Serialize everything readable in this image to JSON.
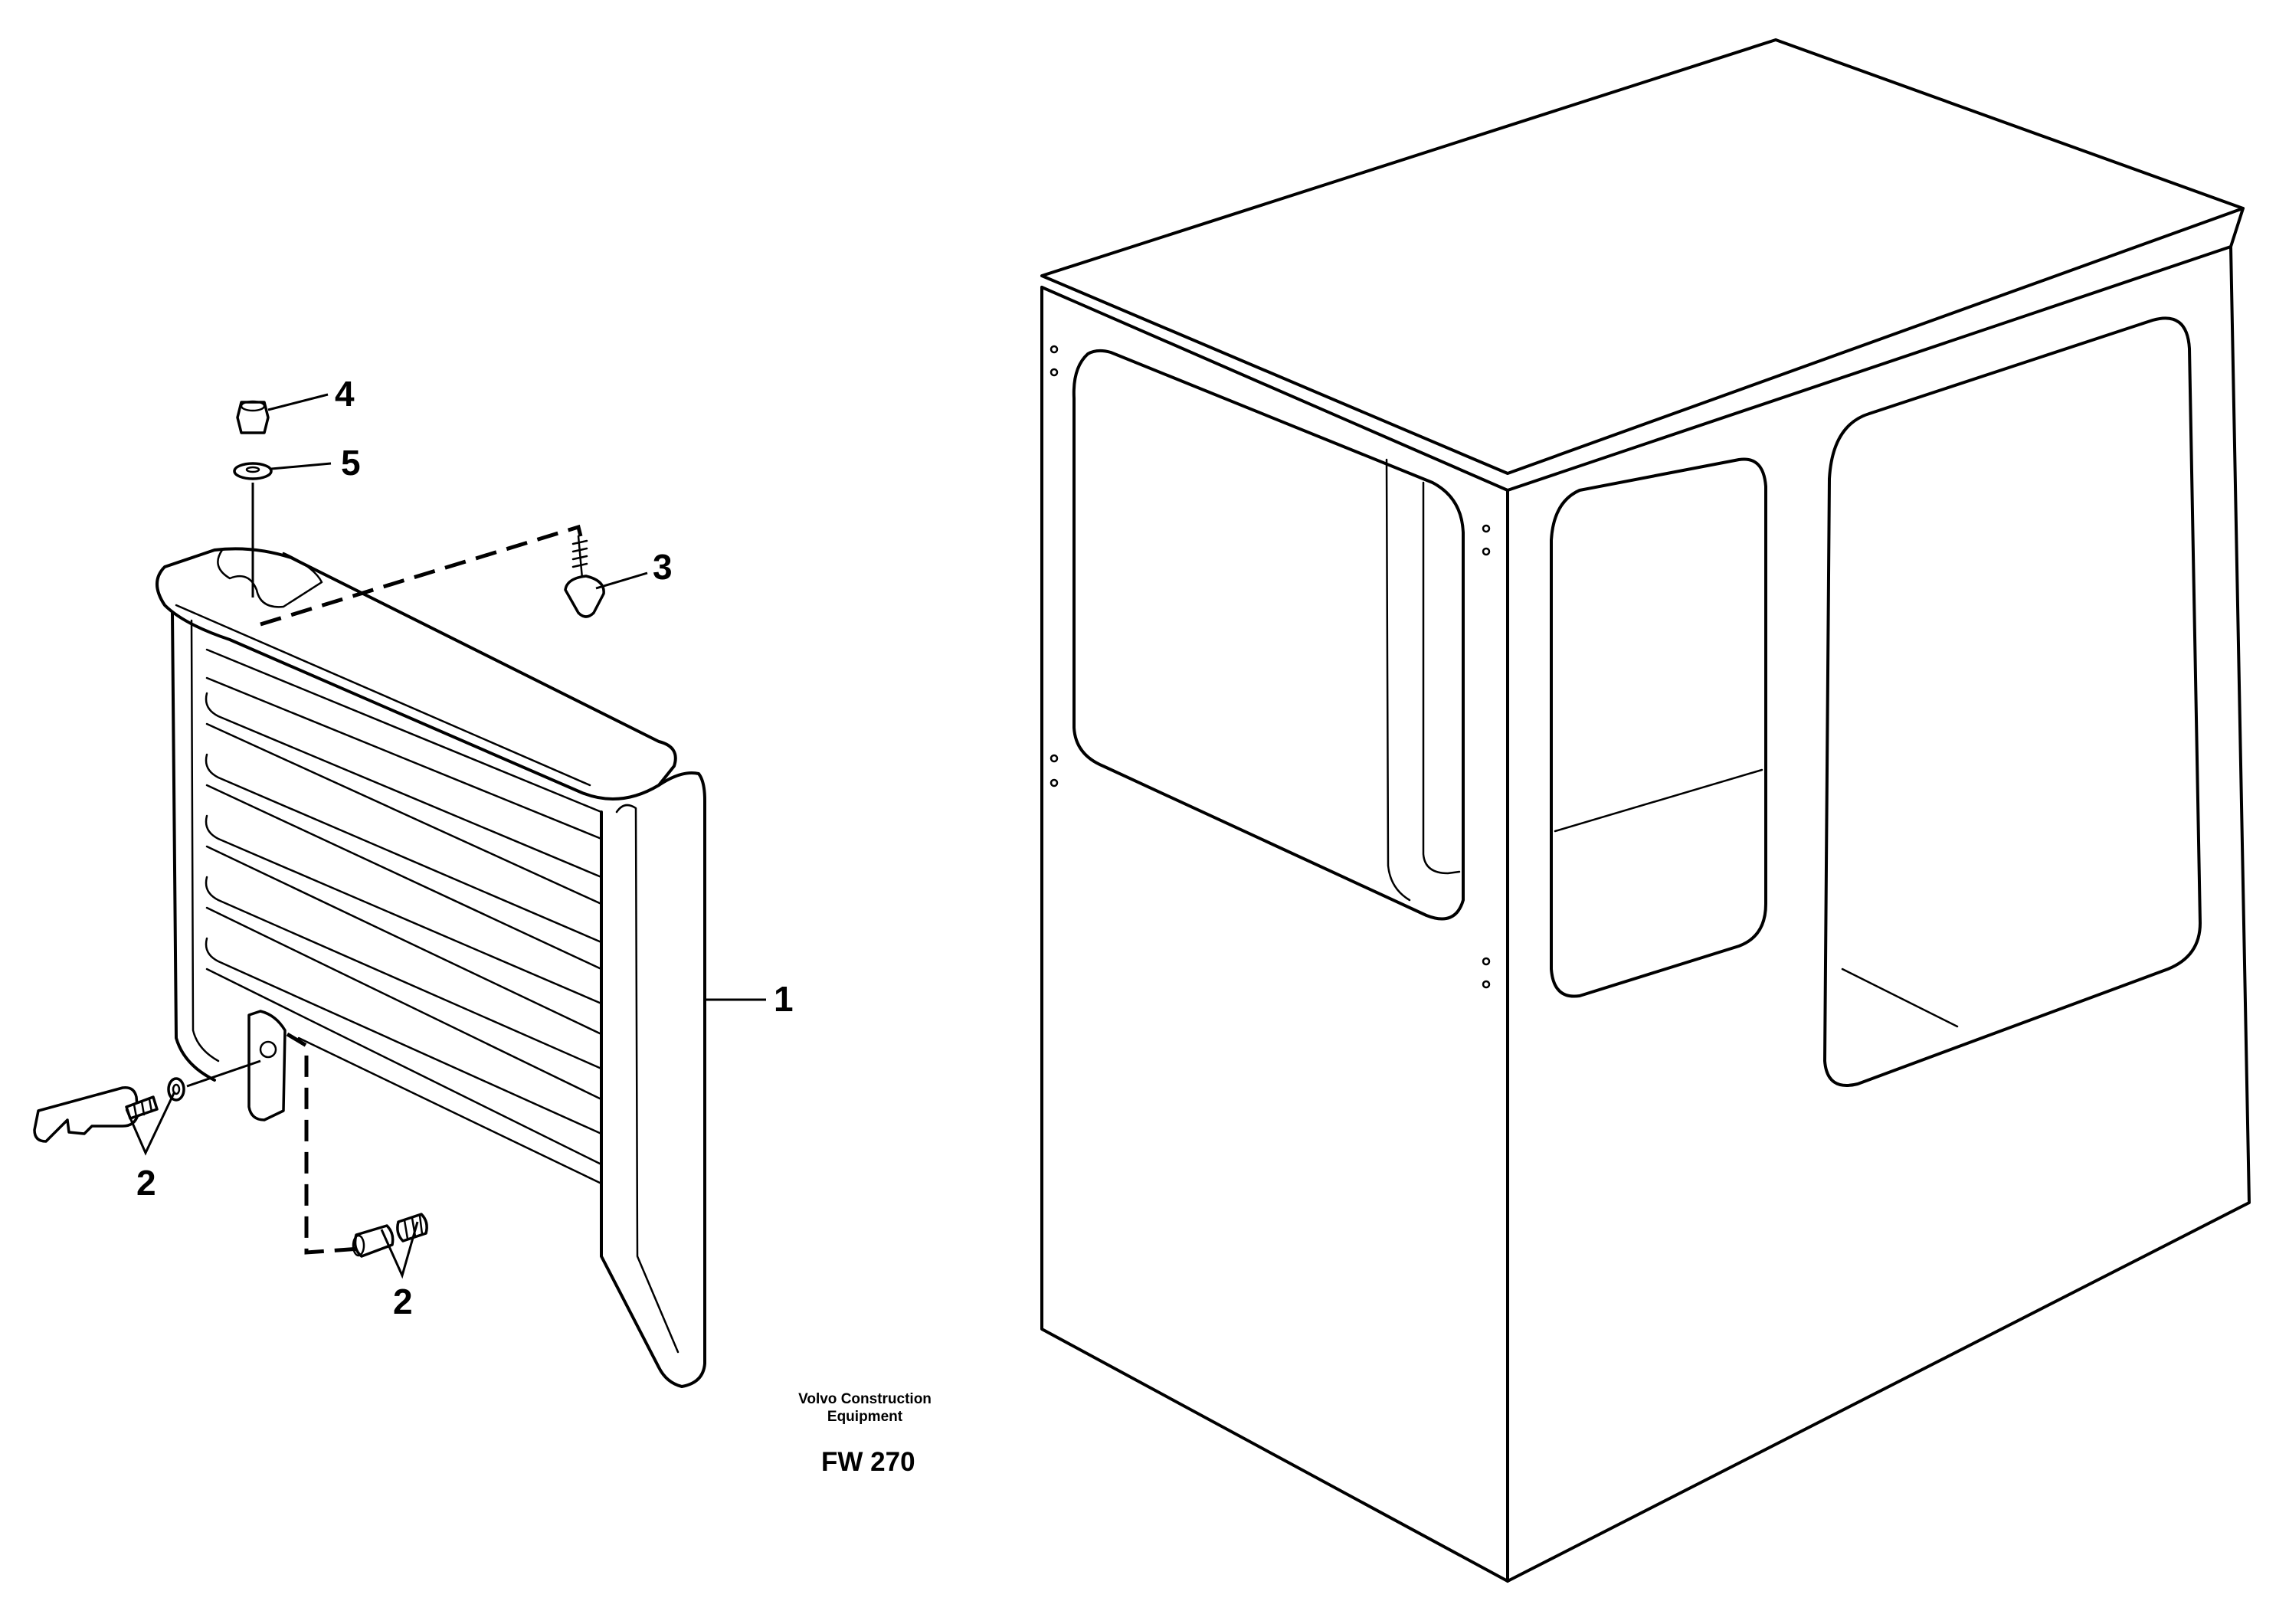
{
  "callouts": {
    "grille": "1",
    "bolt_set_left": "2",
    "bolt_set_bottom": "2",
    "rubber_buffer": "3",
    "nut": "4",
    "washer": "5"
  },
  "publisher": {
    "line1": "Volvo Construction",
    "line2": "Equipment"
  },
  "figure_code": "FW 270"
}
